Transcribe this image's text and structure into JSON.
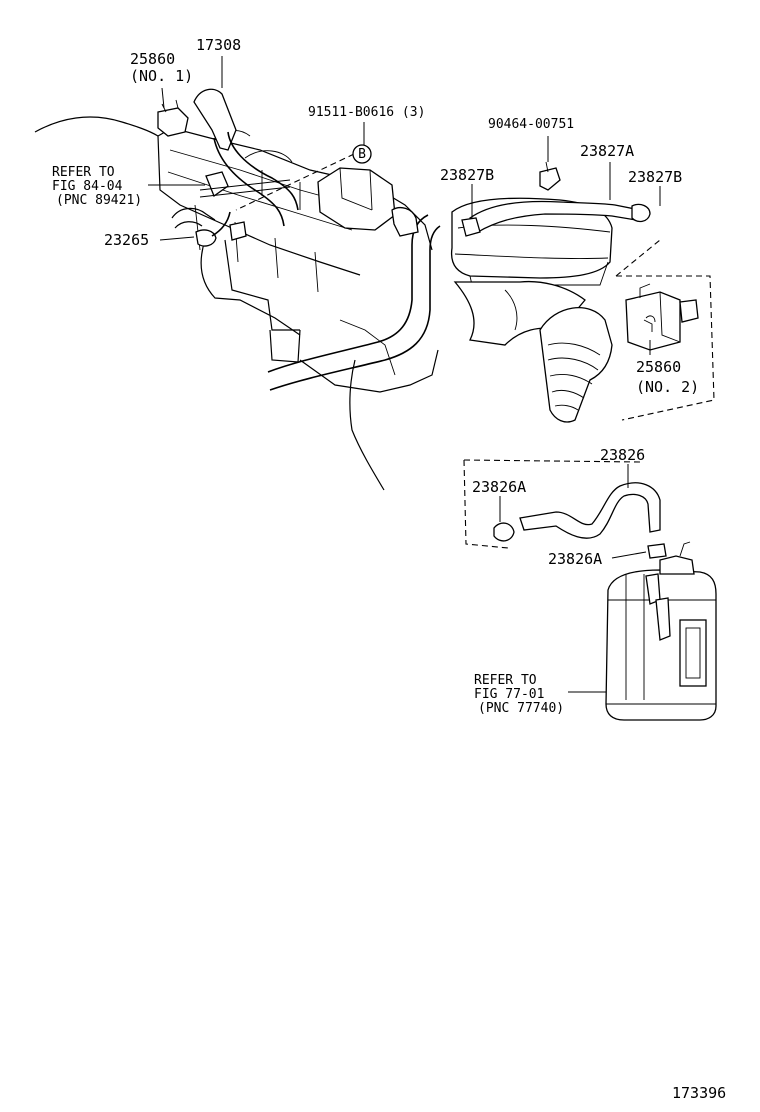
{
  "labels": {
    "p25860_no1": "25860",
    "p25860_no1_sub": "(NO. 1)",
    "p17308": "17308",
    "p91511": "91511-B0616 (3)",
    "refer_b": "B",
    "p90464": "90464-00751",
    "p23827A": "23827A",
    "p23827B_left": "23827B",
    "p23827B_right": "23827B",
    "refer84_line1": "REFER TO",
    "refer84_line2": "FIG 84-04",
    "refer84_line3": "(PNC 89421)",
    "p23265": "23265",
    "p25860_no2": "25860",
    "p25860_no2_sub": "(NO. 2)",
    "p23826": "23826",
    "p23826A_upper": "23826A",
    "p23826A_lower": "23826A",
    "refer77_line1": "REFER TO",
    "refer77_line2": "FIG 77-01",
    "refer77_line3": "(PNC 77740)",
    "figure_number": "173396"
  }
}
